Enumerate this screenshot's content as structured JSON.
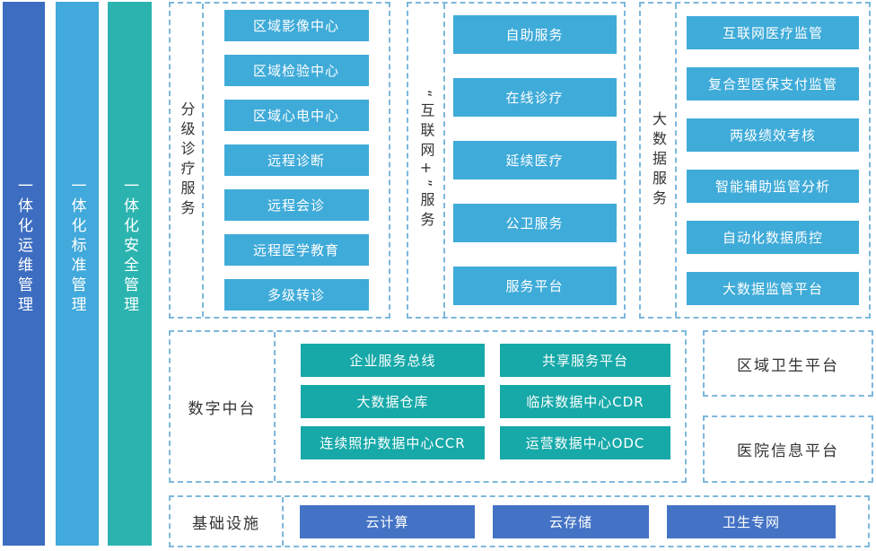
{
  "colors": {
    "bar-blue": "#3d6dc1",
    "bar-lightblue": "#41a9db",
    "bar-teal": "#2bb4af",
    "item-lightblue": "#3fabd9",
    "item-teal": "#17a8a8",
    "item-blue": "#4473c5",
    "dash": "#7db8dc",
    "label-text": "#333333"
  },
  "side_bars": [
    {
      "label": "一体化运维管理"
    },
    {
      "label": "一体化标准管理"
    },
    {
      "label": "一体化安全管理"
    }
  ],
  "top_sections": [
    {
      "label": "分级诊疗服务",
      "items": [
        "区域影像中心",
        "区域检验中心",
        "区域心电中心",
        "远程诊断",
        "远程会诊",
        "远程医学教育",
        "多级转诊"
      ]
    },
    {
      "label": "“互联网+”服务",
      "items": [
        "自助服务",
        "在线诊疗",
        "延续医疗",
        "公卫服务",
        "服务平台"
      ]
    },
    {
      "label": "大数据服务",
      "items": [
        "互联网医疗监管",
        "复合型医保支付监管",
        "两级绩效考核",
        "智能辅助监管分析",
        "自动化数据质控",
        "大数据监管平台"
      ]
    }
  ],
  "middle_section": {
    "label": "数字中台",
    "items": [
      "企业服务总线",
      "共享服务平台",
      "大数据仓库",
      "临床数据中心CDR",
      "连续照护数据中心CCR",
      "运营数据中心ODC"
    ]
  },
  "right_boxes": [
    {
      "label": "区域卫生平台"
    },
    {
      "label": "医院信息平台"
    }
  ],
  "bottom_section": {
    "label": "基础设施",
    "items": [
      "云计算",
      "云存储",
      "卫生专网"
    ]
  }
}
